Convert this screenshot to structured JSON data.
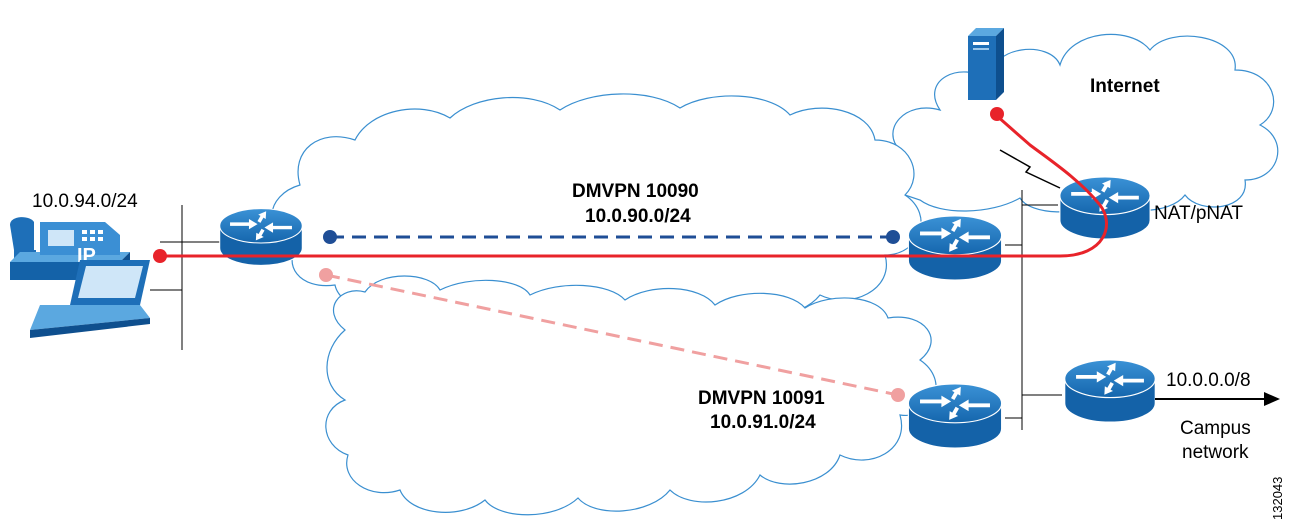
{
  "subnets": {
    "left_lan": "10.0.94.0/24",
    "campus_net": "10.0.0.0/8"
  },
  "clouds": {
    "internet": "Internet",
    "dmvpn_10090": {
      "name": "DMVPN 10090",
      "subnet": "10.0.90.0/24"
    },
    "dmvpn_10091": {
      "name": "DMVPN 10091",
      "subnet": "10.0.91.0/24"
    }
  },
  "devices": {
    "ip_phone_badge": "IP",
    "nat_router": "NAT/pNAT"
  },
  "campus": {
    "line1": "Campus",
    "line2": "network"
  },
  "figure_id": "132043",
  "colors": {
    "router_top": "#2a7fc4",
    "router_side": "#1462a8",
    "cloud_stroke": "#3a8fd0",
    "primary_path": "#e8232a",
    "dmvpn_10090_tunnel": "#1f4e96",
    "dmvpn_10091_tunnel": "#f0a0a0"
  }
}
